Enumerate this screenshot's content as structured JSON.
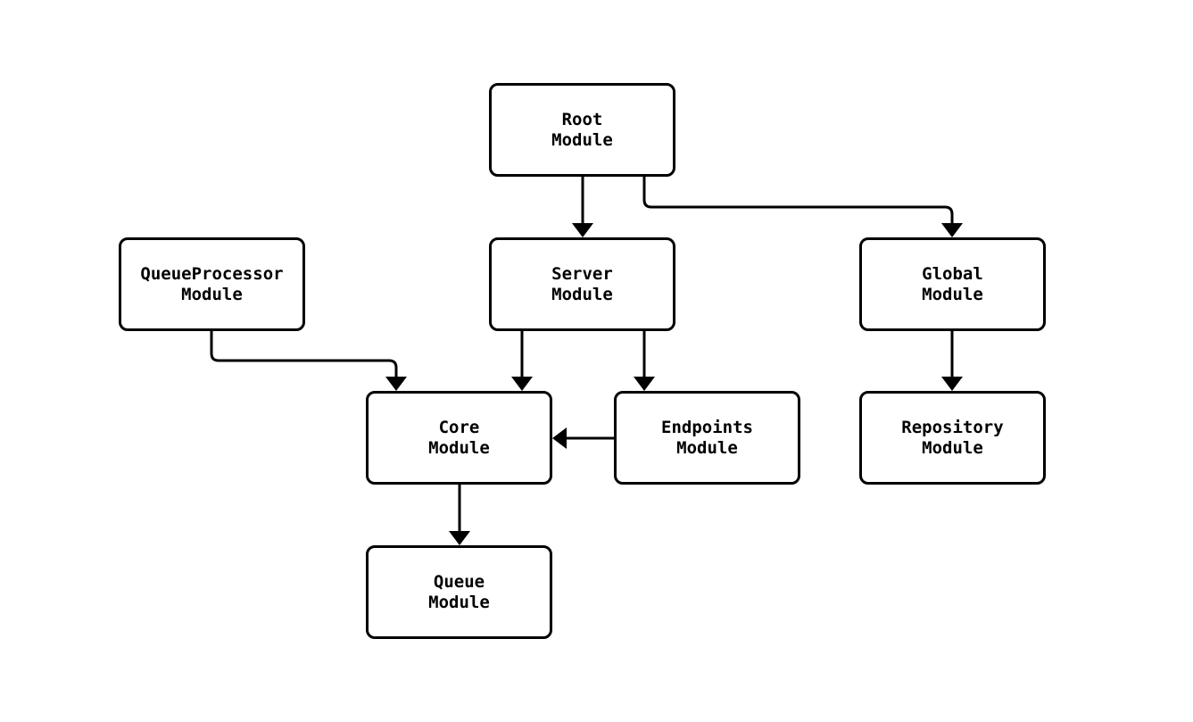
{
  "page": {
    "background": "#ffffff"
  },
  "diagram": {
    "type": "module-dependency-graph",
    "stroke_color": "#000000",
    "node_fill": "#ffffff",
    "text_color": "#000000",
    "nodes": [
      {
        "id": "root-module",
        "line1": "Root",
        "line2": "Module"
      },
      {
        "id": "queueprocessor-module",
        "line1": "QueueProcessor",
        "line2": "Module"
      },
      {
        "id": "server-module",
        "line1": "Server",
        "line2": "Module"
      },
      {
        "id": "global-module",
        "line1": "Global",
        "line2": "Module"
      },
      {
        "id": "core-module",
        "line1": "Core",
        "line2": "Module"
      },
      {
        "id": "endpoints-module",
        "line1": "Endpoints",
        "line2": "Module"
      },
      {
        "id": "repository-module",
        "line1": "Repository",
        "line2": "Module"
      },
      {
        "id": "queue-module",
        "line1": "Queue",
        "line2": "Module"
      }
    ],
    "edges": [
      {
        "from": "root-module",
        "to": "server-module"
      },
      {
        "from": "root-module",
        "to": "global-module"
      },
      {
        "from": "queueprocessor-module",
        "to": "core-module"
      },
      {
        "from": "server-module",
        "to": "core-module"
      },
      {
        "from": "server-module",
        "to": "endpoints-module"
      },
      {
        "from": "endpoints-module",
        "to": "core-module"
      },
      {
        "from": "global-module",
        "to": "repository-module"
      },
      {
        "from": "core-module",
        "to": "queue-module"
      }
    ]
  }
}
